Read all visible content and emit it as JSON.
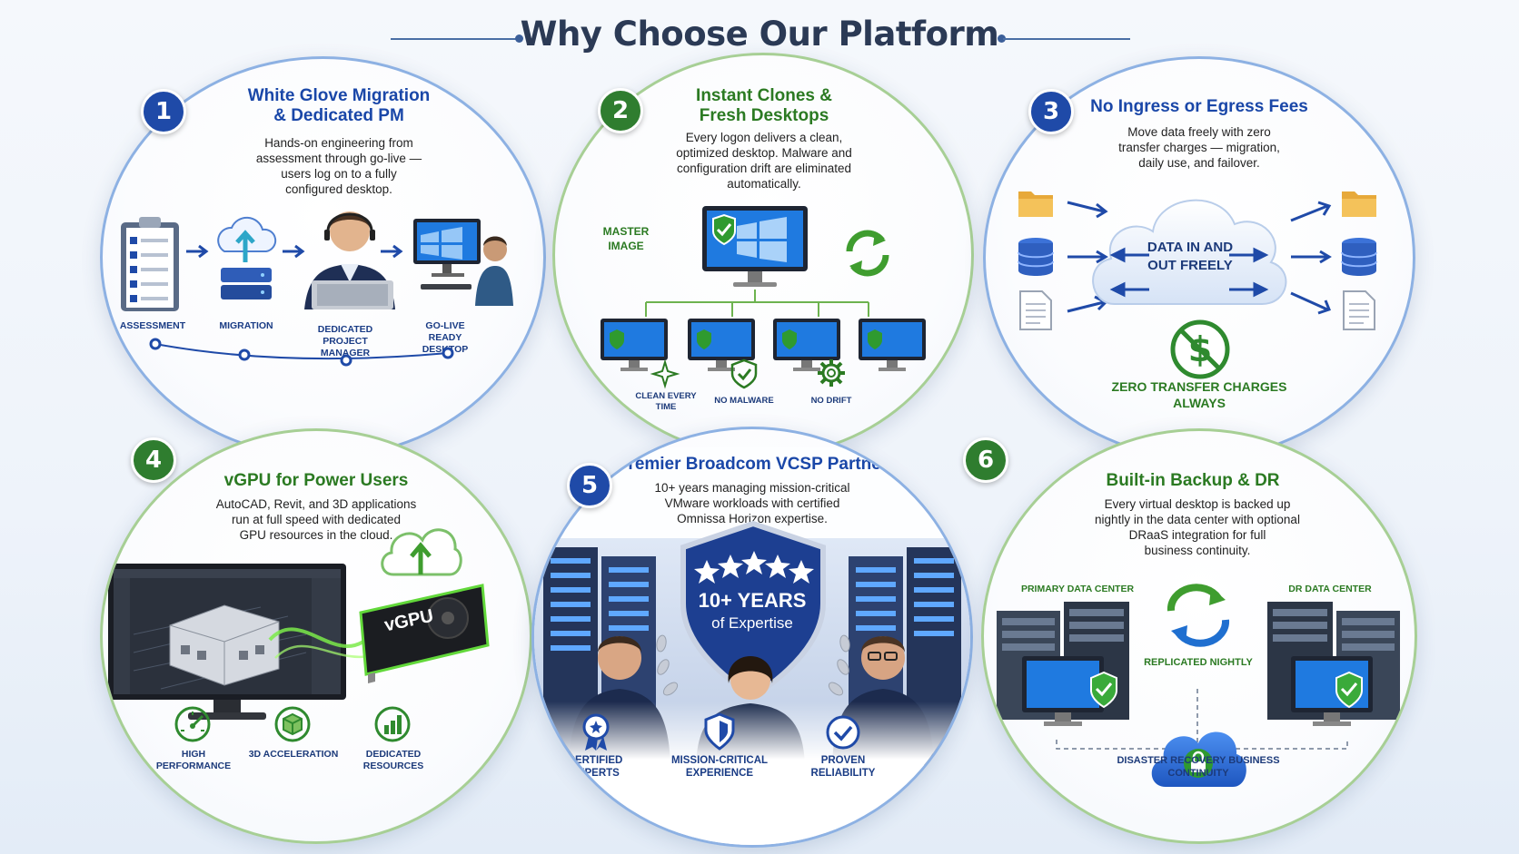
{
  "title": "Why Choose Our Platform",
  "colors": {
    "blue": "#1f4aa8",
    "green": "#2f7d2f",
    "title": "#2b3a55"
  },
  "cards": [
    {
      "number": "1",
      "title_lines": [
        "White Glove Migration",
        "& Dedicated PM"
      ],
      "description_lines": [
        "Hands-on engineering from",
        "assessment through go-live —",
        "users log on to a fully",
        "configured desktop."
      ],
      "steps": [
        "ASSESSMENT",
        "MIGRATION",
        "DEDICATED PROJECT MANAGER",
        "GO-LIVE READY DESKTOP"
      ],
      "icons": [
        "clipboard-checklist-icon",
        "cloud-upload-server-icon",
        "headset-person-icon",
        "desktop-user-icon"
      ]
    },
    {
      "number": "2",
      "title_lines": [
        "Instant Clones &",
        "Fresh Desktops"
      ],
      "description_lines": [
        "Every logon delivers a clean,",
        "optimized desktop. Malware and",
        "configuration drift are eliminated",
        "automatically."
      ],
      "master_label": "MASTER IMAGE",
      "features": [
        "CLEAN EVERY TIME",
        "NO MALWARE",
        "NO DRIFT"
      ],
      "icons": [
        "sparkle-icon",
        "shield-check-icon",
        "gear-icon",
        "refresh-icon"
      ]
    },
    {
      "number": "3",
      "title": "No Ingress or Egress Fees",
      "description_lines": [
        "Move data freely with zero",
        "transfer charges — migration,",
        "daily use, and failover."
      ],
      "cloud_label": "DATA IN AND OUT FREELY",
      "bottom_label": "ZERO TRANSFER CHARGES ALWAYS",
      "icons": [
        "folder-icon",
        "database-icon",
        "document-icon",
        "no-dollar-icon"
      ]
    },
    {
      "number": "4",
      "title": "vGPU for Power Users",
      "description_lines": [
        "AutoCAD, Revit, and 3D applications",
        "run at full speed with dedicated",
        "GPU resources in the cloud."
      ],
      "gpu_label": "vGPU",
      "features": [
        "HIGH PERFORMANCE",
        "3D ACCELERATION",
        "DEDICATED RESOURCES"
      ],
      "icons": [
        "speedometer-icon",
        "cube-icon",
        "bar-chart-icon"
      ]
    },
    {
      "number": "5",
      "title": "Premier Broadcom VCSP Partner",
      "description_lines": [
        "10+ years managing mission-critical",
        "VMware workloads with certified",
        "Omnissa Horizon expertise."
      ],
      "shield_big": "10+ YEARS",
      "shield_small": "of Expertise",
      "features": [
        "CERTIFIED EXPERTS",
        "MISSION-CRITICAL EXPERIENCE",
        "PROVEN RELIABILITY"
      ],
      "icons": [
        "ribbon-award-icon",
        "shield-icon",
        "check-circle-icon"
      ]
    },
    {
      "number": "6",
      "title": "Built-in Backup & DR",
      "description_lines": [
        "Every virtual desktop is backed up",
        "nightly in the data center with optional",
        "DRaaS integration for full",
        "business continuity."
      ],
      "primary_label": "PRIMARY DATA CENTER",
      "dr_label": "DR DATA CENTER",
      "replicated_label": "REPLICATED NIGHTLY",
      "bottom_label": "DISASTER RECOVERY BUSINESS CONTINUITY",
      "icons": [
        "server-rack-icon",
        "sync-arrows-icon",
        "cloud-lock-icon"
      ]
    }
  ]
}
